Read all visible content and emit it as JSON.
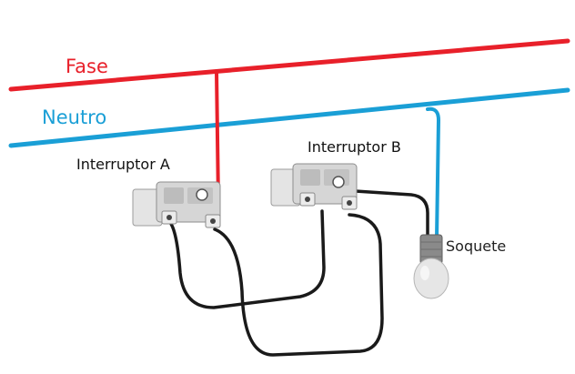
{
  "labels": {
    "fase": "Fase",
    "neutro": "Neutro",
    "interruptor_a": "Interruptor A",
    "interruptor_b": "Interruptor B",
    "soquete": "Soquete"
  },
  "colors": {
    "fase": "#e8202a",
    "neutro": "#1a9fd6",
    "return_wire": "#1a1a1a",
    "switch_body": "#dcdcdc",
    "terminal": "#cfcfcf",
    "socket": "#8a8a8a",
    "bulb": "#e6e6e6"
  }
}
